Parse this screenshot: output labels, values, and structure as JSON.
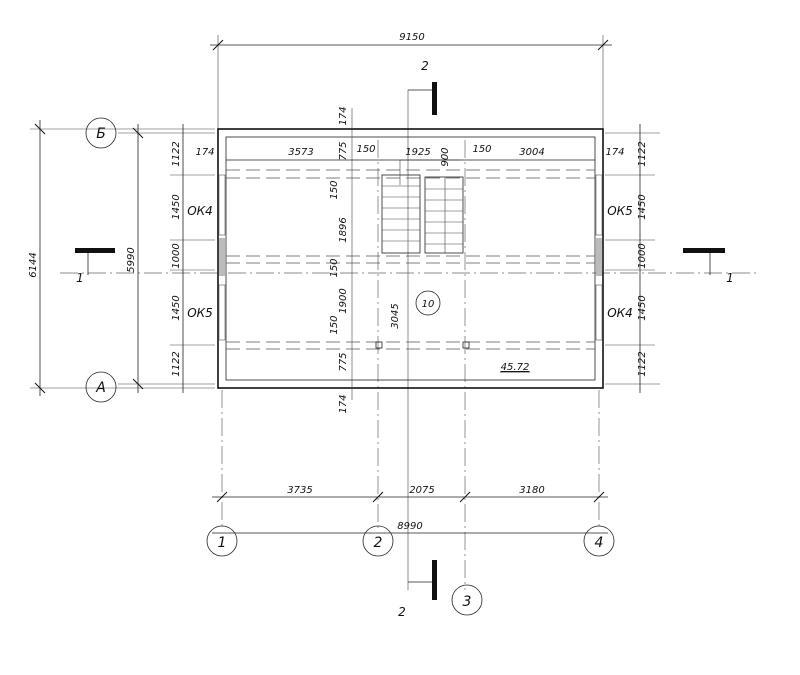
{
  "title": "Floor plan",
  "overall_dims": {
    "top": "9150",
    "bottom_total": "8990",
    "left_outer": "6144",
    "left_inner": "5990"
  },
  "bottom_chain": [
    "3735",
    "2075",
    "3180"
  ],
  "side_chain_left": [
    "1122",
    "1450",
    "1000",
    "1450",
    "1122"
  ],
  "side_chain_right": [
    "1122",
    "1450",
    "1000",
    "1450",
    "1122"
  ],
  "interior_dims": {
    "d174_left": "174",
    "d3573": "3573",
    "d150_a": "150",
    "d1925": "1925",
    "d900": "900",
    "d150_b": "150",
    "d3004": "3004",
    "d174_right": "174",
    "v174_top": "174",
    "v775_top": "775",
    "v150_a": "150",
    "v1896": "1896",
    "v150_b": "150",
    "v1900": "1900",
    "v150_c": "150",
    "v775_bottom": "775",
    "v174_bottom": "174",
    "v3045": "3045"
  },
  "windows": {
    "left_top": "ОК4",
    "left_bottom": "ОК5",
    "right_top": "ОК5",
    "right_bottom": "ОК4"
  },
  "axes": {
    "rows": [
      "Б",
      "А"
    ],
    "cols": [
      "1",
      "2",
      "3",
      "4"
    ]
  },
  "sections": {
    "vertical": "2",
    "horizontal": "1"
  },
  "room": {
    "number": "10",
    "area": "45.72"
  }
}
